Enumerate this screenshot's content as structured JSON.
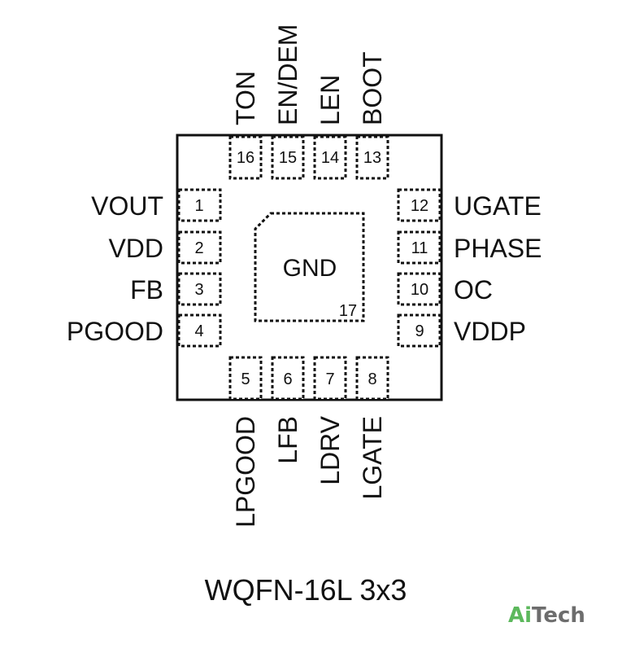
{
  "pins": {
    "left": [
      {
        "num": "1",
        "name": "VOUT"
      },
      {
        "num": "2",
        "name": "VDD"
      },
      {
        "num": "3",
        "name": "FB"
      },
      {
        "num": "4",
        "name": "PGOOD"
      }
    ],
    "bottom": [
      {
        "num": "5",
        "name": "LPGOOD"
      },
      {
        "num": "6",
        "name": "LFB"
      },
      {
        "num": "7",
        "name": "LDRV"
      },
      {
        "num": "8",
        "name": "LGATE"
      }
    ],
    "right": [
      {
        "num": "12",
        "name": "UGATE"
      },
      {
        "num": "11",
        "name": "PHASE"
      },
      {
        "num": "10",
        "name": "OC"
      },
      {
        "num": "9",
        "name": "VDDP"
      }
    ],
    "top": [
      {
        "num": "16",
        "name": "TON"
      },
      {
        "num": "15",
        "name": "EN/DEM"
      },
      {
        "num": "14",
        "name": "LEN"
      },
      {
        "num": "13",
        "name": "BOOT"
      }
    ]
  },
  "ground_pad": {
    "num": "17",
    "name": "GND"
  },
  "package_label": "WQFN-16L 3x3",
  "logo": {
    "part1": "Ai",
    "part2": "Tech",
    "color1": "#5cb85c",
    "color2": "#6d6d6d"
  }
}
